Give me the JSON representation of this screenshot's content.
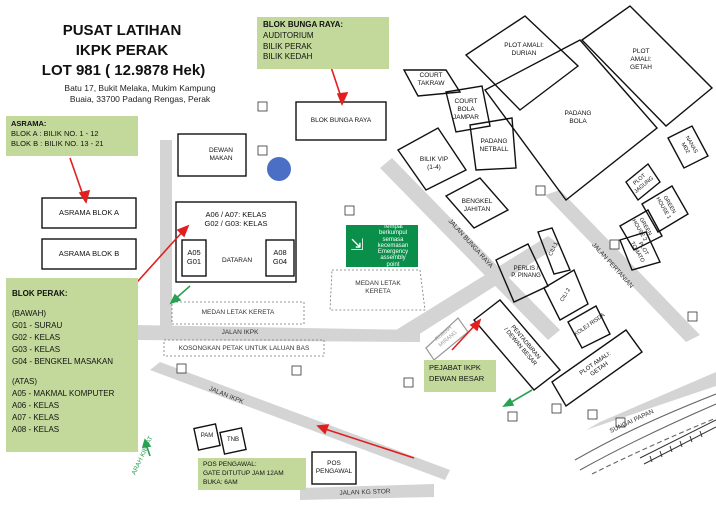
{
  "header": {
    "title_1": "PUSAT LATIHAN",
    "title_2": "IKPK PERAK",
    "lot": "LOT 981 ( 12.9878 Hek)",
    "addr_1": "Batu 17, Bukit Melaka, Mukim Kampung",
    "addr_2": "Buaia, 33700 Padang Rengas, Perak"
  },
  "notes": {
    "bunga_raya": {
      "heading": "BLOK BUNGA RAYA:",
      "items": [
        "AUDITORIUM",
        "BILIK PERAK",
        "BILIK KEDAH"
      ]
    },
    "asrama": {
      "heading": "ASRAMA:",
      "items": [
        "BLOK A : BILIK NO. 1 - 12",
        "BLOK B : BILIK NO. 13 - 21"
      ]
    },
    "blok_perak": {
      "heading": "BLOK PERAK:",
      "bawah": "(BAWAH)",
      "bawah_items": [
        "G01 - SURAU",
        "G02 - KELAS",
        "G03 - KELAS",
        "G04 - BENGKEL MASAKAN"
      ],
      "atas": "(ATAS)",
      "atas_items": [
        "A05 - MAKMAL KOMPUTER",
        "A06 - KELAS",
        "A07 - KELAS",
        "A08 - KELAS"
      ]
    },
    "pejabat": [
      "PEJABAT IKPK",
      "DEWAN BESAR"
    ]
  },
  "buildings": {
    "blok_bunga_raya": "BLOK BUNGA RAYA",
    "dewan_makan": [
      "DEWAN",
      "MAKAN"
    ],
    "asrama_a": "ASRAMA BLOK A",
    "asrama_b": "ASRAMA BLOK B",
    "kelas_top": [
      "A06 / A07: KELAS",
      "G02 / G03: KELAS"
    ],
    "a05": [
      "A05",
      "G01"
    ],
    "a08": [
      "A08",
      "G04"
    ],
    "dataran": "DATARAN",
    "court_takraw": [
      "COURT",
      "TAKRAW"
    ],
    "court_bola_jampar": [
      "COURT",
      "BOLA",
      "JAMPAR"
    ],
    "padang_netball": [
      "PADANG",
      "NETBALL"
    ],
    "bilik_vip": [
      "BILIK VIP",
      "(1-4)"
    ],
    "plot_durian": [
      "PLOT AMALI:",
      "DURIAN"
    ],
    "plot_getah": [
      "PLOT",
      "AMALI:",
      "GETAH"
    ],
    "padang_bola": [
      "PADANG",
      "BOLA"
    ],
    "bengkel_jahitan": [
      "BENGKEL",
      "JAHITAN"
    ],
    "nanas": [
      "NANAS",
      "MD2"
    ],
    "plot_jagung": [
      "PLOT",
      "JAGUNG"
    ],
    "green_house_1": [
      "GREEN",
      "HOUSE 1"
    ],
    "green_house_2": [
      "GREEN",
      "HOUSE 2"
    ],
    "plot_tomato": [
      "PLOT",
      "TOMATO"
    ],
    "cili_1": "CILI 1",
    "cili_2": "CILI 2",
    "perlis": [
      "PERLIS /",
      "P. PINANG"
    ],
    "kolej_risda": "KOLEJ RISDA",
    "pentadbiran": [
      "PENTADBIRAN",
      "/ DEWAN BESAR"
    ],
    "rumah_mirang": [
      "RUMAH",
      "MIRANG"
    ],
    "plot_getah2": [
      "PLOT AMALI:",
      "GETAH"
    ],
    "pam": "PAM",
    "tnb": "TNB",
    "pos_pengawal": [
      "POS",
      "PENGAWAL"
    ]
  },
  "labels": {
    "medan_kereta_1": "MEDAN LETAK KERETA",
    "medan_kereta_2": [
      "MEDAN LETAK",
      "KERETA"
    ],
    "jalan_ikpk_1": "JALAN IKPK",
    "jalan_ikpk_2": "JALAN IKPK",
    "kosongkan": "KOSONGKAN PETAK UNTUK LALUAN BAS",
    "jalan_bunga_raya": "JALAN BUNGA RAYA",
    "jalan_pertanian": "JALAN PERTANIAN",
    "sungai_papan": "SUNGAI PAPAN",
    "arah_kiblat": "ARAH KIBLAT",
    "jalan_kg_stor": "JALAN KG STOR",
    "assembly": [
      "Tempat",
      "berkumpul",
      "semasa",
      "kecemasan",
      "Emergency",
      "assembly",
      "point"
    ]
  },
  "pos_note": [
    "POS PENGAWAL:",
    "GATE DITUTUP JAM 12AM",
    "BUKA: 6AM"
  ],
  "colors": {
    "note_bg": "#c3d99b",
    "road": "#d4d4d4",
    "arrow_red": "#e02020",
    "arrow_green": "#2aa052",
    "sign_green": "#0a8f4a",
    "pond": "#4a6fc4"
  }
}
